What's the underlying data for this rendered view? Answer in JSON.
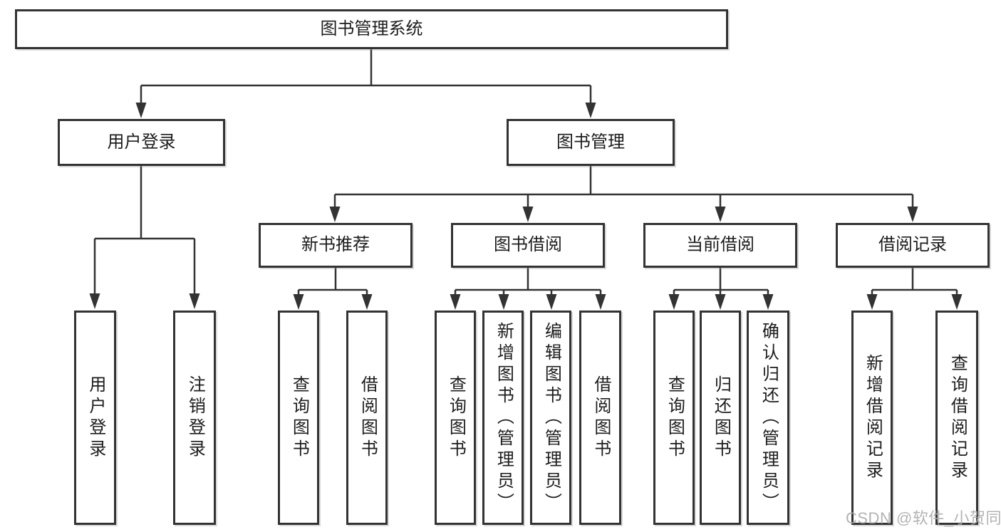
{
  "tree": {
    "label": "图书管理系统",
    "children": [
      {
        "label": "用户登录",
        "children": [
          {
            "label": "用户登录"
          },
          {
            "label": "注销登录"
          }
        ]
      },
      {
        "label": "图书管理",
        "children": [
          {
            "label": "新书推荐",
            "children": [
              {
                "label": "查询图书"
              },
              {
                "label": "借阅图书"
              }
            ]
          },
          {
            "label": "图书借阅",
            "children": [
              {
                "label": "查询图书"
              },
              {
                "label": "新增图书（管理员）"
              },
              {
                "label": "编辑图书（管理员）"
              },
              {
                "label": "借阅图书"
              }
            ]
          },
          {
            "label": "当前借阅",
            "children": [
              {
                "label": "查询图书"
              },
              {
                "label": "归还图书"
              },
              {
                "label": "确认归还（管理员）"
              }
            ]
          },
          {
            "label": "借阅记录",
            "children": [
              {
                "label": "新增借阅记录"
              },
              {
                "label": "查询借阅记录"
              }
            ]
          }
        ]
      }
    ]
  },
  "watermark": "CSDN @软件_小贺同学",
  "colors": {
    "line": "#333333",
    "text": "#1c1c1c",
    "watermark": "#acacac"
  }
}
